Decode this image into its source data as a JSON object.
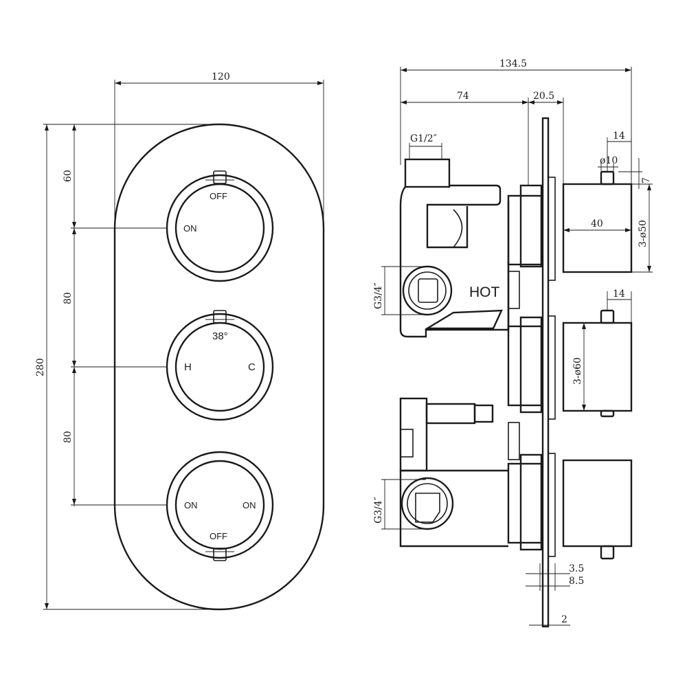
{
  "front_view": {
    "width": "120",
    "height_total": "280",
    "spacing_top": "60",
    "spacing_mid": "80",
    "spacing_bottom": "80",
    "top_knob": {
      "label_top": "OFF",
      "label_left": "ON"
    },
    "middle_knob": {
      "label_temp": "38°",
      "label_hot": "H",
      "label_cold": "C"
    },
    "bottom_knob": {
      "label_left": "ON",
      "label_right": "ON",
      "label_bottom": "OFF"
    }
  },
  "side_view": {
    "overall_depth": "134.5",
    "body_depth": "74",
    "plate_gap": "20.5",
    "inlet_thread": "G1/2″",
    "hot_label": "HOT",
    "outlet_thread_top": "G3/4″",
    "outlet_thread_bottom": "G3/4″",
    "pin_offset_top": "14",
    "pin_diameter": "ø10",
    "pin_height": "7",
    "knob_depth": "40",
    "knob_diameter_small": "3-ø50",
    "pin_offset_mid": "14",
    "knob_diameter_large": "3-ø60",
    "plate_offset_1": "3.5",
    "plate_offset_2": "8.5",
    "plate_thickness": "2"
  }
}
